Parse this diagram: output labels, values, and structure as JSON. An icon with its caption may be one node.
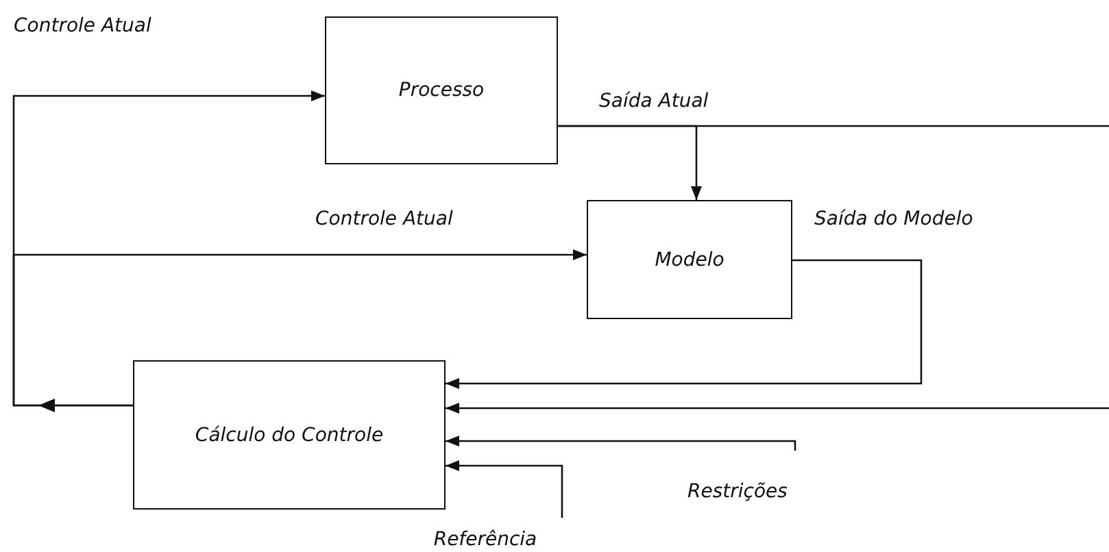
{
  "diagram": {
    "nodes": [
      {
        "text": [
          "Processo"
        ]
      },
      {
        "text": [
          "Modelo"
        ]
      },
      {
        "text": [
          "Cálculo do Controle"
        ]
      },
      {
        "text": [
          "Restrições"
        ]
      },
      {
        "text": [
          "Referência"
        ]
      }
    ],
    "edges": [
      {
        "from": 2,
        "to": 0,
        "arrow": "to",
        "label": "Controle Atual"
      },
      {
        "from": 2,
        "to": 1,
        "arrow": "to",
        "label": "Controle Atual"
      },
      {
        "from": 0,
        "to": 1,
        "arrow": "to"
      },
      {
        "from": 0,
        "to": null,
        "arrow": "none",
        "label": "Saída Atual"
      },
      {
        "from": 1,
        "to": 2,
        "arrow": "to",
        "label": "Saída do Modelo"
      },
      {
        "from": null,
        "to": 2,
        "arrow": "to"
      },
      {
        "from": 3,
        "to": 2,
        "arrow": "to"
      },
      {
        "from": 4,
        "to": 2,
        "arrow": "to"
      }
    ]
  }
}
